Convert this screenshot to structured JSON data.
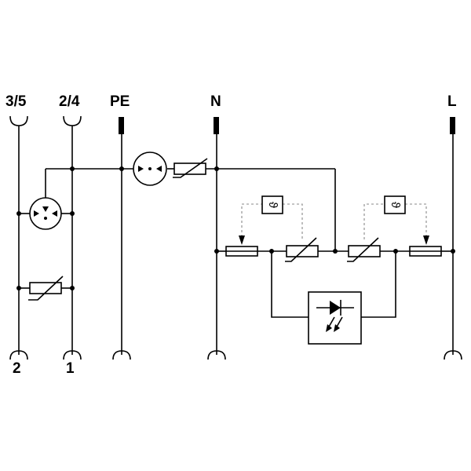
{
  "terminals": {
    "t35": "3/5",
    "t24": "2/4",
    "pe": "PE",
    "n": "N",
    "l": "L",
    "t2": "2",
    "t1": "1"
  },
  "thermal_label": "ϑ",
  "colors": {
    "line": "#000000",
    "dashed_link": "#888888",
    "background": "#ffffff"
  }
}
